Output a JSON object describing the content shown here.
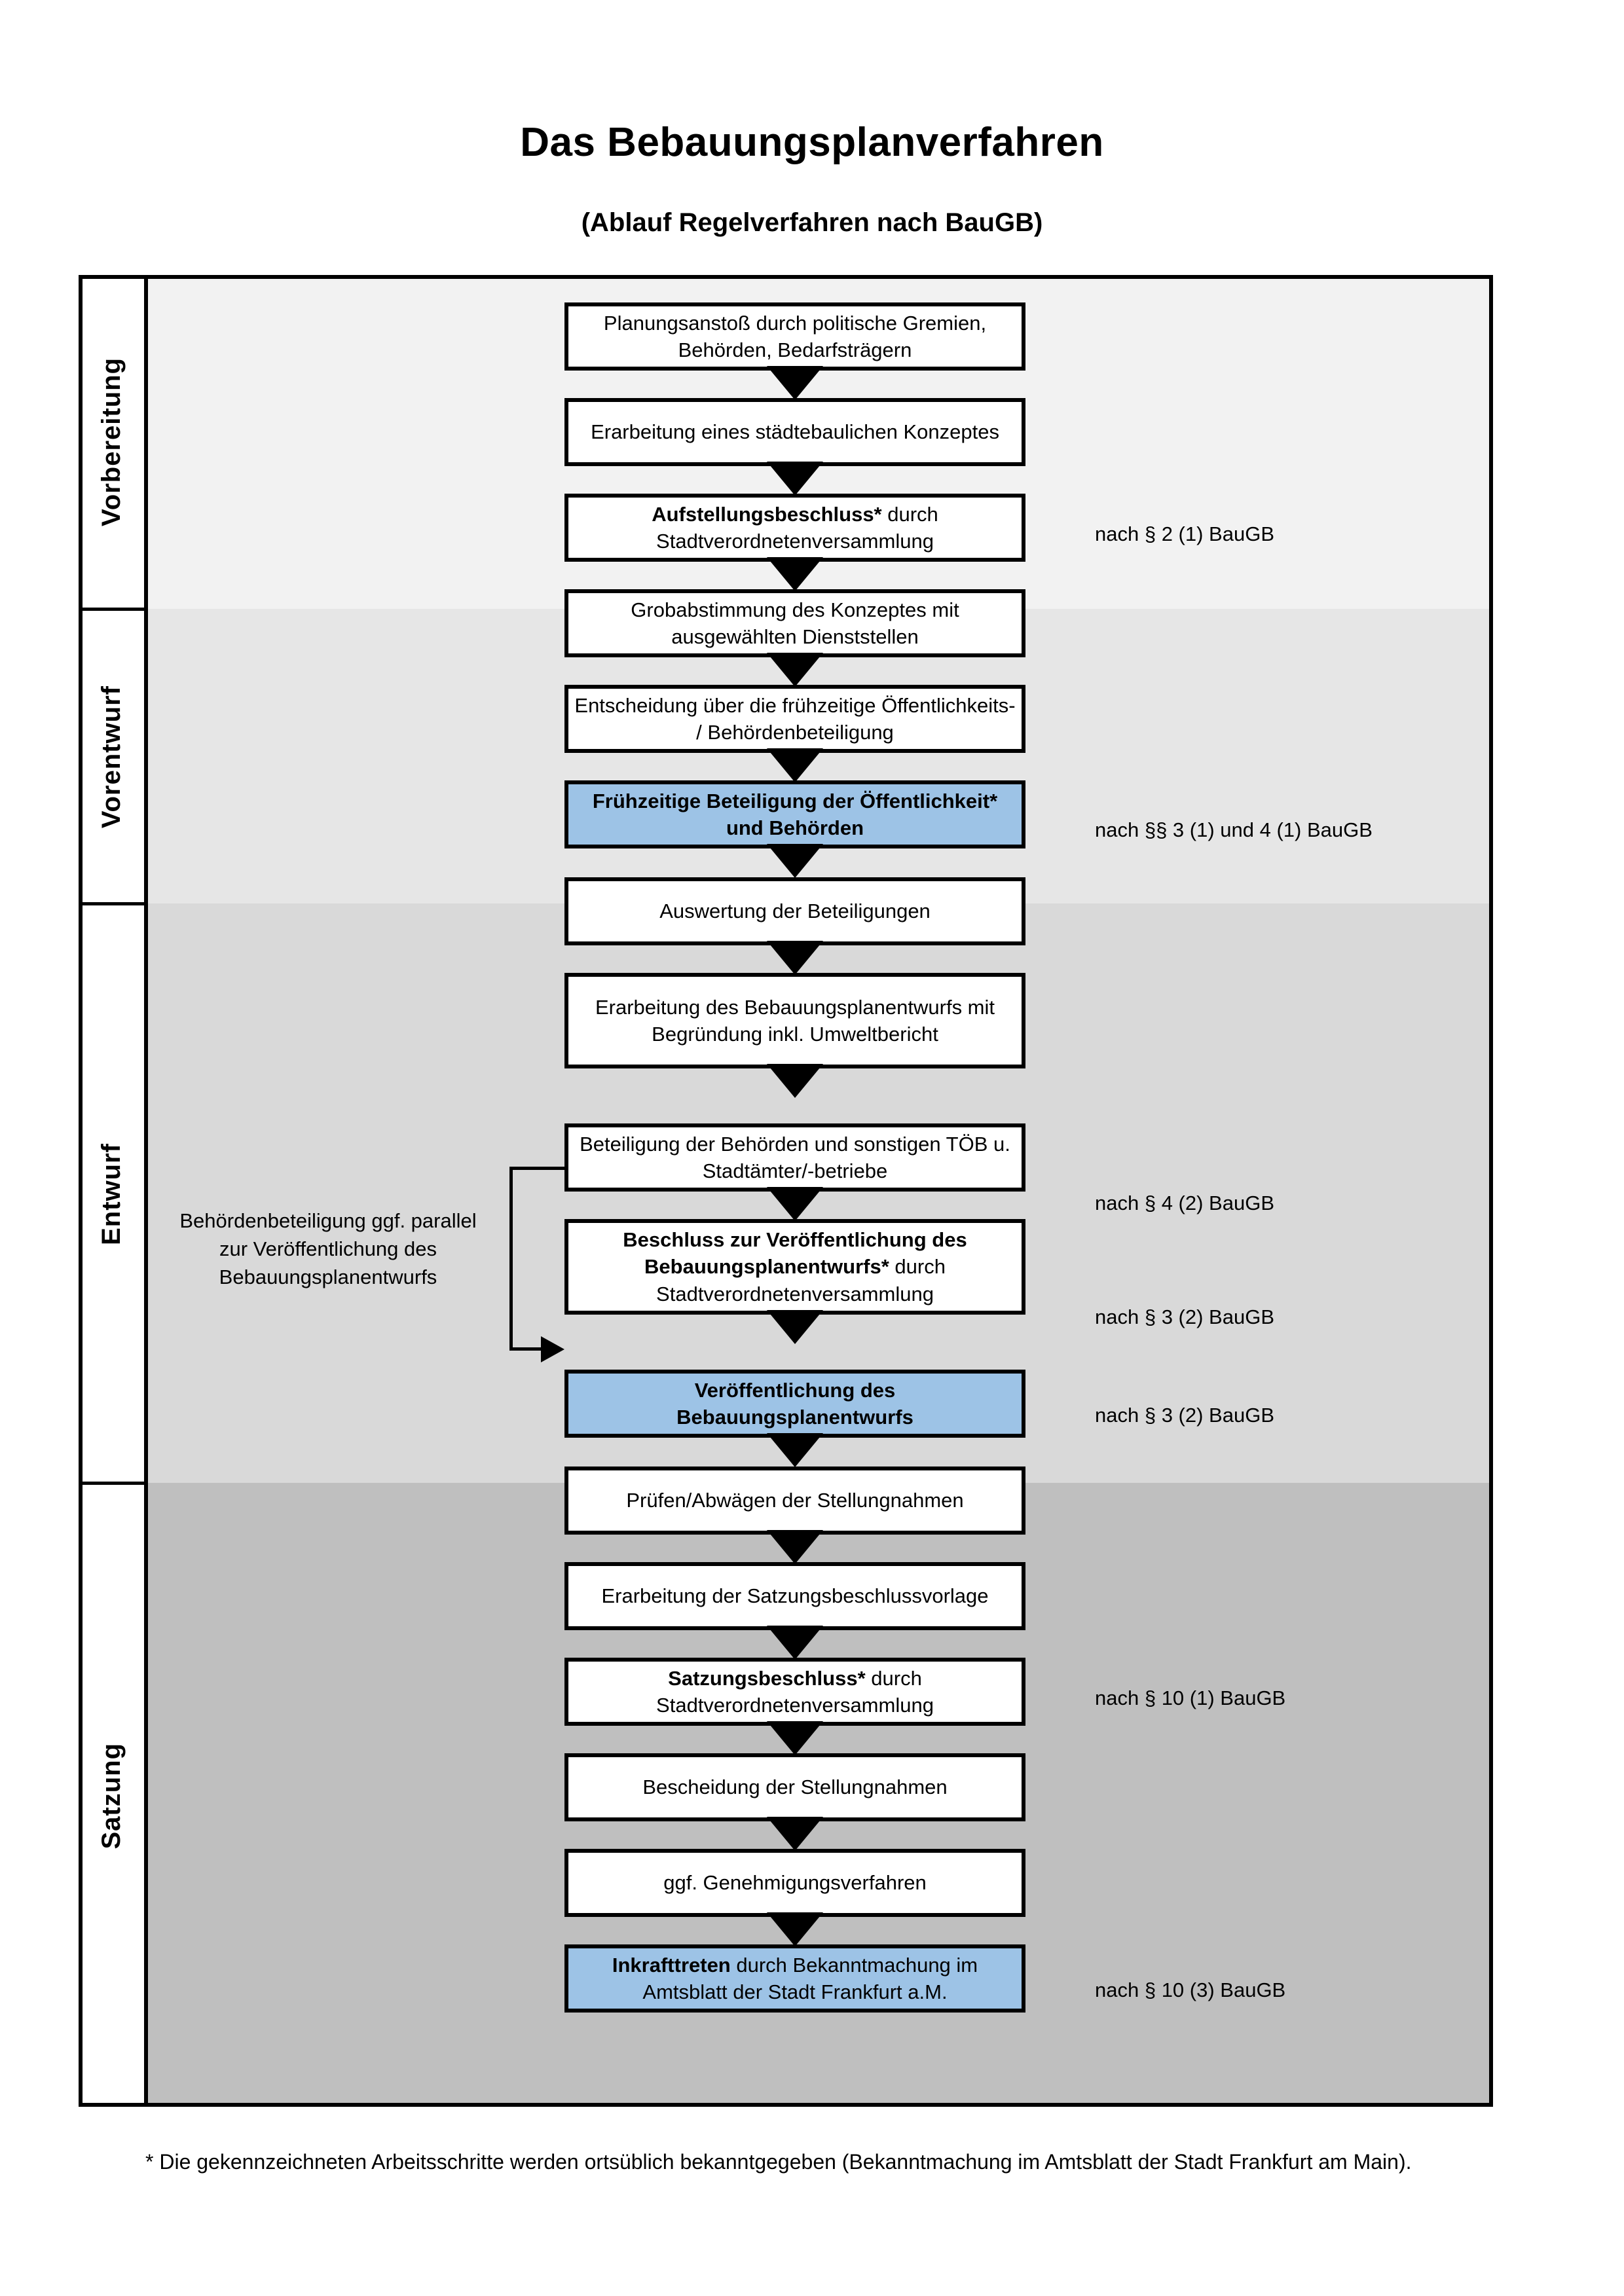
{
  "header": {
    "title": "Das Bebauungsplanverfahren",
    "subtitle": "(Ablauf Regelverfahren nach BauGB)"
  },
  "phases": [
    {
      "label": "Vorbereitung",
      "band_color": "#F2F2F2"
    },
    {
      "label": "Vorentwurf",
      "band_color": "#E6E6E6"
    },
    {
      "label": "Entwurf",
      "band_color": "#D9D9D9"
    },
    {
      "label": "Satzung",
      "band_color": "#BFBFBF"
    }
  ],
  "colors": {
    "highlight_box": "#9DC3E6",
    "box_border": "#000000",
    "box_fill": "#FFFFFF"
  },
  "steps": [
    {
      "id": "s1",
      "phase": "Vorbereitung",
      "bold": "",
      "text": "Planungsanstoß durch politische Gremien, Behörden, Bedarfsträgern",
      "highlight": false
    },
    {
      "id": "s2",
      "phase": "Vorbereitung",
      "bold": "",
      "text": "Erarbeitung eines städtebaulichen Konzeptes",
      "highlight": false
    },
    {
      "id": "s3",
      "phase": "Vorbereitung",
      "bold": "Aufstellungsbeschluss*",
      "text": " durch Stadtverordnetenversammlung",
      "highlight": false
    },
    {
      "id": "s4",
      "phase": "Vorentwurf",
      "bold": "",
      "text": "Grobabstimmung des Konzeptes mit ausgewählten Dienststellen",
      "highlight": false
    },
    {
      "id": "s5",
      "phase": "Vorentwurf",
      "bold": "",
      "text": "Entscheidung über die frühzeitige Öffentlichkeits- / Behördenbeteiligung",
      "highlight": false
    },
    {
      "id": "s6",
      "phase": "Vorentwurf",
      "bold": "Frühzeitige Beteiligung der Öffentlichkeit* und Behörden",
      "text": "",
      "highlight": true
    },
    {
      "id": "s7",
      "phase": "Entwurf",
      "bold": "",
      "text": "Auswertung der Beteiligungen",
      "highlight": false
    },
    {
      "id": "s8",
      "phase": "Entwurf",
      "bold": "",
      "text": "Erarbeitung des Bebauungsplanentwurfs mit Begründung inkl. Umweltbericht",
      "highlight": false
    },
    {
      "id": "s9",
      "phase": "Entwurf",
      "bold": "",
      "text": "Beteiligung der Behörden und sonstigen TÖB u. Stadtämter/-betriebe",
      "highlight": false
    },
    {
      "id": "s10",
      "phase": "Entwurf",
      "bold": "Beschluss zur Veröffentlichung des Bebauungsplanentwurfs*",
      "text": " durch Stadtverordnetenversammlung",
      "highlight": false
    },
    {
      "id": "s11",
      "phase": "Entwurf",
      "bold": "Veröffentlichung des Bebauungsplanentwurfs",
      "text": "",
      "highlight": true
    },
    {
      "id": "s12",
      "phase": "Satzung",
      "bold": "",
      "text": "Prüfen/Abwägen der Stellungnahmen",
      "highlight": false
    },
    {
      "id": "s13",
      "phase": "Satzung",
      "bold": "",
      "text": "Erarbeitung der Satzungsbeschlussvorlage",
      "highlight": false
    },
    {
      "id": "s14",
      "phase": "Satzung",
      "bold": "Satzungsbeschluss*",
      "text": " durch Stadtverordnetenversammlung",
      "highlight": false
    },
    {
      "id": "s15",
      "phase": "Satzung",
      "bold": "",
      "text": "Bescheidung der Stellungnahmen",
      "highlight": false
    },
    {
      "id": "s16",
      "phase": "Satzung",
      "bold": "",
      "text": "ggf. Genehmigungsverfahren",
      "highlight": false
    },
    {
      "id": "s17",
      "phase": "Satzung",
      "bold": "Inkrafttreten",
      "text": " durch Bekanntmachung im Amtsblatt der Stadt Frankfurt a.M.",
      "highlight": true
    }
  ],
  "notes": [
    {
      "for": "s3",
      "text": "nach § 2 (1) BauGB"
    },
    {
      "for": "s6",
      "text": "nach §§ 3 (1) und 4 (1) BauGB"
    },
    {
      "for": "s9",
      "text": "nach § 4 (2) BauGB"
    },
    {
      "for": "s10",
      "text": "nach § 3 (2) BauGB"
    },
    {
      "for": "s11",
      "text": "nach § 3 (2) BauGB"
    },
    {
      "for": "s14",
      "text": "nach § 10 (1) BauGB"
    },
    {
      "for": "s17",
      "text": "nach § 10 (3) BauGB"
    }
  ],
  "side_annotation": {
    "text": "Behördenbeteiligung ggf. parallel zur Veröffentlichung des Bebauungsplanentwurfs"
  },
  "footnote": {
    "text": "* Die gekennzeichneten Arbeitsschritte werden ortsüblich bekanntgegeben (Bekanntmachung im Amtsblatt  der Stadt Frankfurt am Main)."
  }
}
